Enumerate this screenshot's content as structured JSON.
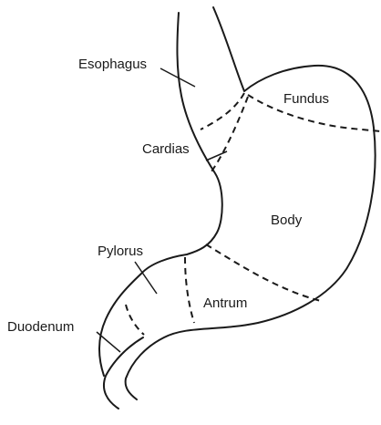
{
  "labels": {
    "esophagus": "Esophagus",
    "fundus": "Fundus",
    "cardias": "Cardias",
    "body": "Body",
    "pylorus": "Pylorus",
    "antrum": "Antrum",
    "duodenum": "Duodenum"
  },
  "colors": {
    "line": "#1a1a1a",
    "background": "#ffffff"
  }
}
